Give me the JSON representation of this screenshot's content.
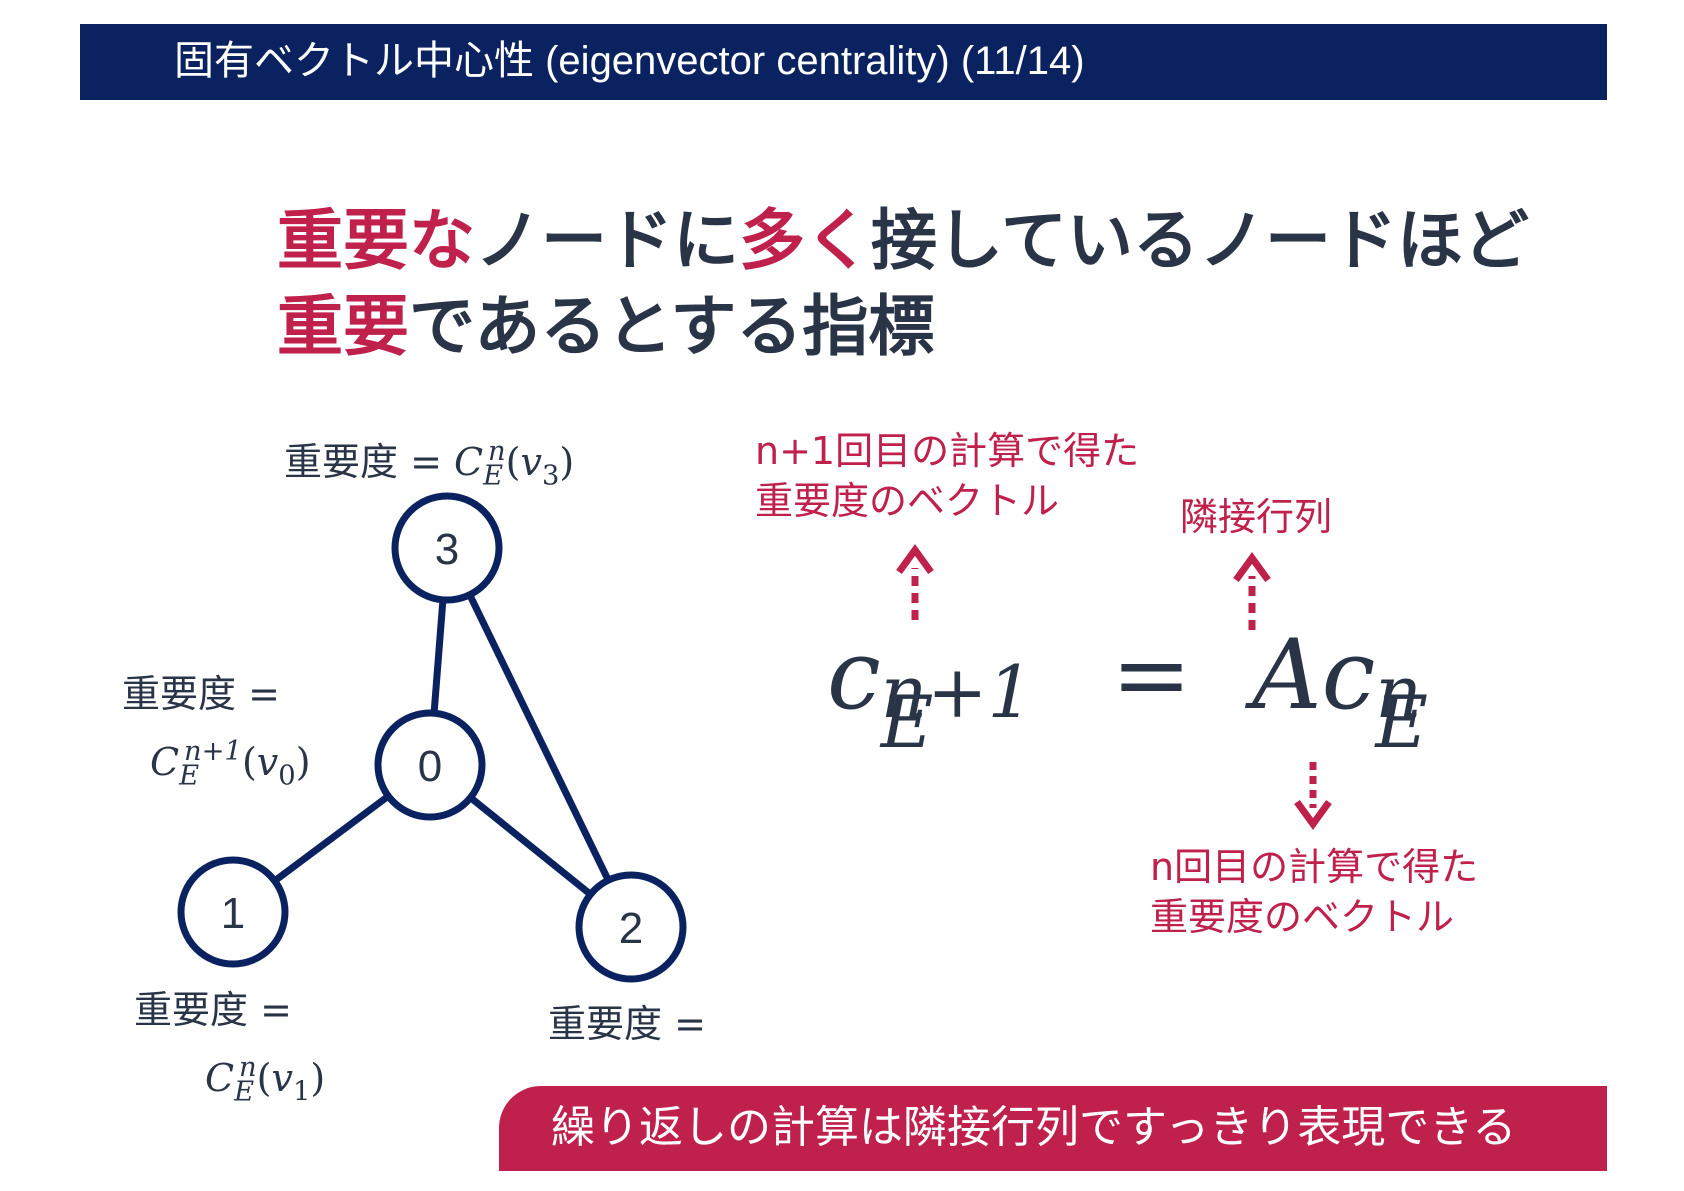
{
  "header": {
    "title": "固有ベクトル中心性 (eigenvector centrality) (11/14)"
  },
  "headline": {
    "line1_part1": "重要",
    "line1_part2": "な",
    "line1_part3": "ノードに",
    "line1_part4": "多く",
    "line1_part5": "接しているノードほど",
    "line2_part1": "重要",
    "line2_part2": "であるとする指標"
  },
  "graph": {
    "nodes": [
      "0",
      "1",
      "2",
      "3"
    ],
    "edges": [
      [
        "0",
        "3"
      ],
      [
        "0",
        "1"
      ],
      [
        "0",
        "2"
      ],
      [
        "2",
        "3"
      ]
    ],
    "importance_label": "重要度 =",
    "symbol": "C",
    "sub_E": "E",
    "sup_n": "n",
    "sup_n1": "n+1",
    "v": "v",
    "sub_0": "0",
    "sub_1": "1",
    "sub_3": "3",
    "lparen": "(",
    "rparen": ")"
  },
  "equation": {
    "lhs_c": "c",
    "lhs_sub": "E",
    "lhs_sup": "n+1",
    "equals": "=",
    "rhs_A": "A",
    "rhs_c": "c",
    "rhs_sub": "E",
    "rhs_sup": "n"
  },
  "annotations": {
    "next_vector_line1": "n+1回目の計算で得た",
    "next_vector_line2": "重要度のベクトル",
    "adjacency": "隣接行列",
    "curr_vector_line1": "n回目の計算で得た",
    "curr_vector_line2": "重要度のベクトル"
  },
  "banner": {
    "text": "繰り返しの計算は隣接行列ですっきり表現できる"
  },
  "colors": {
    "navy": "#0a2260",
    "accent": "#c0204c",
    "text": "#2a3447"
  }
}
